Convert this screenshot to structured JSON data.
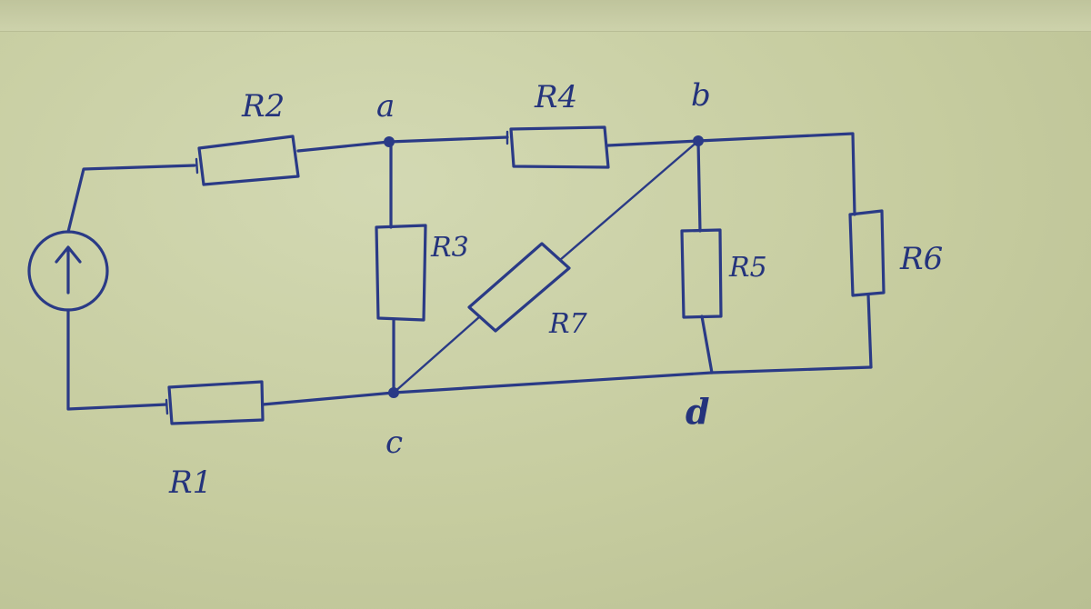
{
  "labels": {
    "r1": "R1",
    "r2": "R2",
    "r3": "R3",
    "r4": "R4",
    "r5": "R5",
    "r6": "R6",
    "r7": "R7",
    "node_a": "a",
    "node_b": "b",
    "node_c": "c",
    "node_d": "d"
  },
  "colors": {
    "ink": "#2a3a86",
    "paper": "#c9cfa6"
  }
}
